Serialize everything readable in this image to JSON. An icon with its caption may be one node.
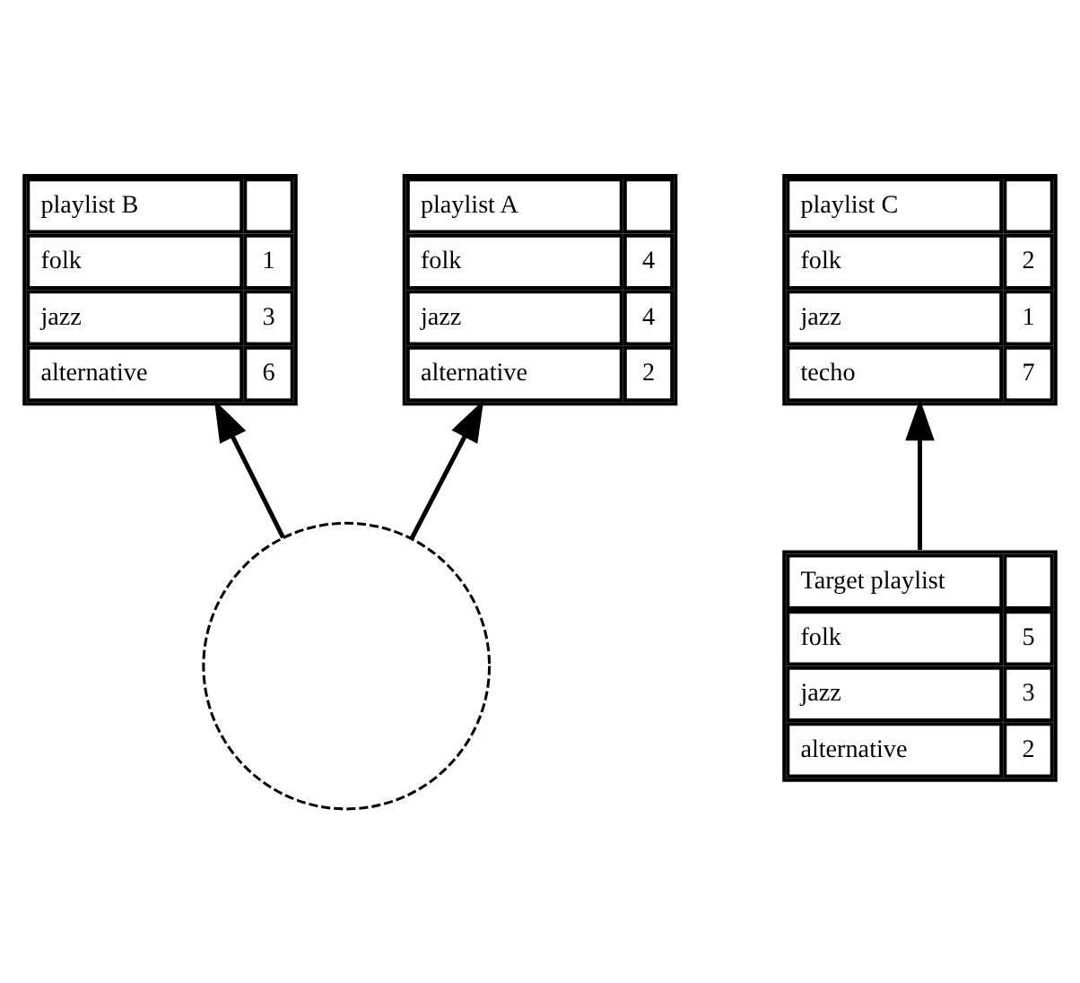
{
  "diagram": {
    "nodes": [
      {
        "text": [
          "playlist B",
          "folk",
          "1",
          "jazz",
          "3",
          "alternative",
          "6"
        ]
      },
      {
        "text": [
          "playlist C",
          "folk",
          "2",
          "jazz",
          "1",
          "techo",
          "7"
        ]
      },
      {
        "text": [],
        "shape": "circle"
      },
      {
        "text": [
          "Target playlist",
          "folk",
          "5",
          "jazz",
          "3",
          "alternative",
          "2"
        ]
      },
      {
        "text": [
          "playlist A",
          "folk",
          "4",
          "jazz",
          "4",
          "alternative",
          "2"
        ]
      }
    ],
    "edges": [
      {
        "from": 2,
        "to": 0,
        "arrow": "to"
      },
      {
        "from": 3,
        "to": 1,
        "arrow": "to"
      },
      {
        "from": 2,
        "to": 4,
        "arrow": "to"
      }
    ]
  }
}
